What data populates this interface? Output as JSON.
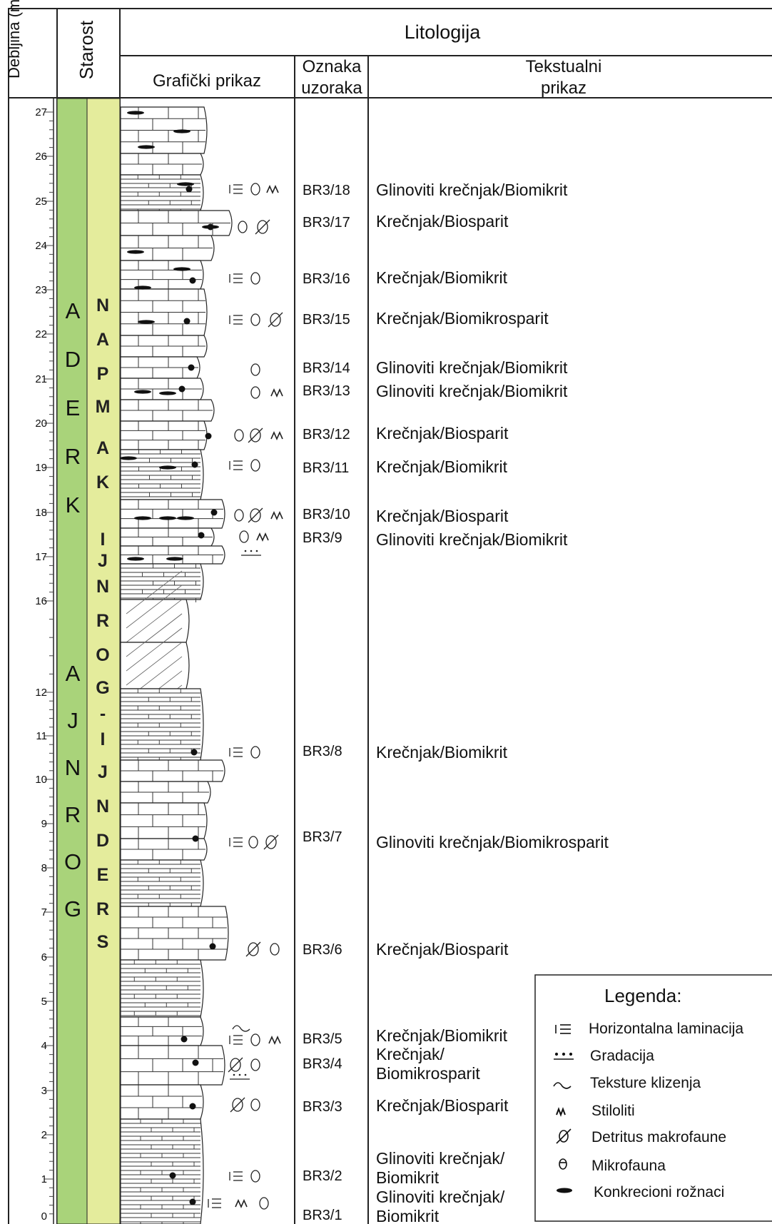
{
  "header": {
    "depth_label": "Debljina (m)",
    "age_label": "Starost",
    "lithology_label": "Litologija",
    "graphic_label": "Grafički prikaz",
    "sample_label_line1": "Oznaka",
    "sample_label_line2": "uzoraka",
    "text_label_line1": "Tekstualni",
    "text_label_line2": "prikaz"
  },
  "depth_ticks": [
    "27",
    "26",
    "25",
    "24",
    "23",
    "22",
    "21",
    "20",
    "19",
    "18",
    "17",
    "16",
    "12",
    "11",
    "10",
    "9",
    "8",
    "7",
    "6",
    "5",
    "4",
    "3",
    "2",
    "1",
    "0"
  ],
  "age": {
    "epoch_letters": [
      "G",
      "O",
      "R",
      "N",
      "J",
      "A",
      " ",
      "K",
      "R",
      "E",
      "D",
      "A"
    ],
    "stage_letters": [
      "S",
      "R",
      "E",
      "D",
      "N",
      "J",
      "I",
      "-",
      "G",
      "O",
      "R",
      "N",
      "J",
      "I",
      " ",
      "K",
      "A",
      "M",
      "P",
      "A",
      "N"
    ]
  },
  "samples": [
    {
      "id": "BR3/18",
      "text": "Glinoviti krečnjak/Biomikrit"
    },
    {
      "id": "BR3/17",
      "text": "Krečnjak/Biosparit"
    },
    {
      "id": "BR3/16",
      "text": "Krečnjak/Biomikrit"
    },
    {
      "id": "BR3/15",
      "text": "Krečnjak/Biomikrosparit"
    },
    {
      "id": "BR3/14",
      "text": "Glinoviti krečnjak/Biomikrit"
    },
    {
      "id": "BR3/13",
      "text": "Glinoviti krečnjak/Biomikrit"
    },
    {
      "id": "BR3/12",
      "text": "Krečnjak/Biosparit"
    },
    {
      "id": "BR3/11",
      "text": "Krečnjak/Biomikrit"
    },
    {
      "id": "BR3/10",
      "text": "Krečnjak/Biosparit"
    },
    {
      "id": "BR3/9",
      "text": "Glinoviti krečnjak/Biomikrit"
    },
    {
      "id": "BR3/8",
      "text": "Krečnjak/Biomikrit"
    },
    {
      "id": "BR3/7",
      "text": "Glinoviti krečnjak/Biomikrosparit"
    },
    {
      "id": "BR3/6",
      "text": "Krečnjak/Biosparit"
    },
    {
      "id": "BR3/5",
      "text": "Krečnjak/Biomikrit"
    },
    {
      "id": "BR3/4",
      "text": "Krečnjak/ Biomikrosparit"
    },
    {
      "id": "BR3/3",
      "text": "Krečnjak/Biosparit"
    },
    {
      "id": "BR3/2",
      "text": "Glinoviti krečnjak/ Biomikrit"
    },
    {
      "id": "BR3/1",
      "text": "Glinoviti krečnjak/ Biomikrit"
    }
  ],
  "legend": {
    "title": "Legenda:",
    "items": [
      {
        "icon": "horizontal-lamination-icon",
        "label": "Horizontalna laminacija"
      },
      {
        "icon": "gradation-icon",
        "label": "Gradacija"
      },
      {
        "icon": "slump-texture-icon",
        "label": "Teksture klizenja"
      },
      {
        "icon": "stylolite-icon",
        "label": "Stiloliti"
      },
      {
        "icon": "macrofauna-detritus-icon",
        "label": "Detritus makrofaune"
      },
      {
        "icon": "microfauna-icon",
        "label": "Mikrofauna"
      },
      {
        "icon": "chert-nodule-icon",
        "label": "Konkrecioni rožnaci"
      }
    ]
  },
  "colors": {
    "epoch_band": "#a9d37a",
    "stage_band": "#e4ec9c",
    "line": "#222222"
  }
}
